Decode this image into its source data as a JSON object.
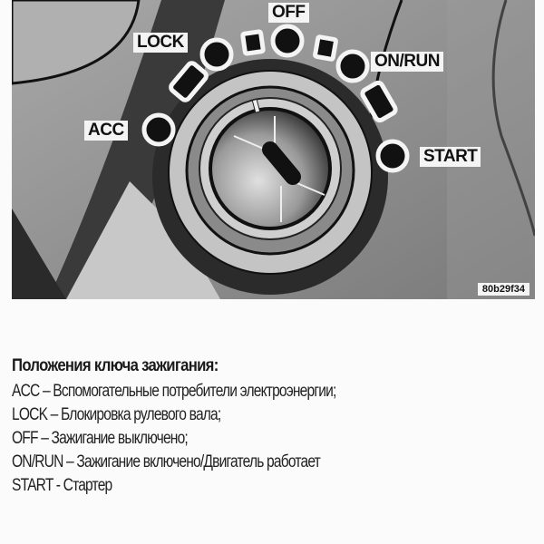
{
  "figure": {
    "id_label": "80b29f34",
    "positions": {
      "acc": "ACC",
      "lock": "LOCK",
      "off": "OFF",
      "on_run": "ON/RUN",
      "start": "START"
    },
    "colors": {
      "background": "#8d8d8d",
      "dark": "#111111",
      "light": "#f4f4f4"
    }
  },
  "caption": {
    "title": "Положения ключа зажигания:",
    "lines": [
      "ACC – Вспомогательные потребители электроэнергии;",
      "LOCK – Блокировка рулевого вала;",
      "OFF – Зажигание выключено;",
      "ON/RUN – Зажигание включено/Двигатель работает",
      "START - Стартер"
    ]
  }
}
